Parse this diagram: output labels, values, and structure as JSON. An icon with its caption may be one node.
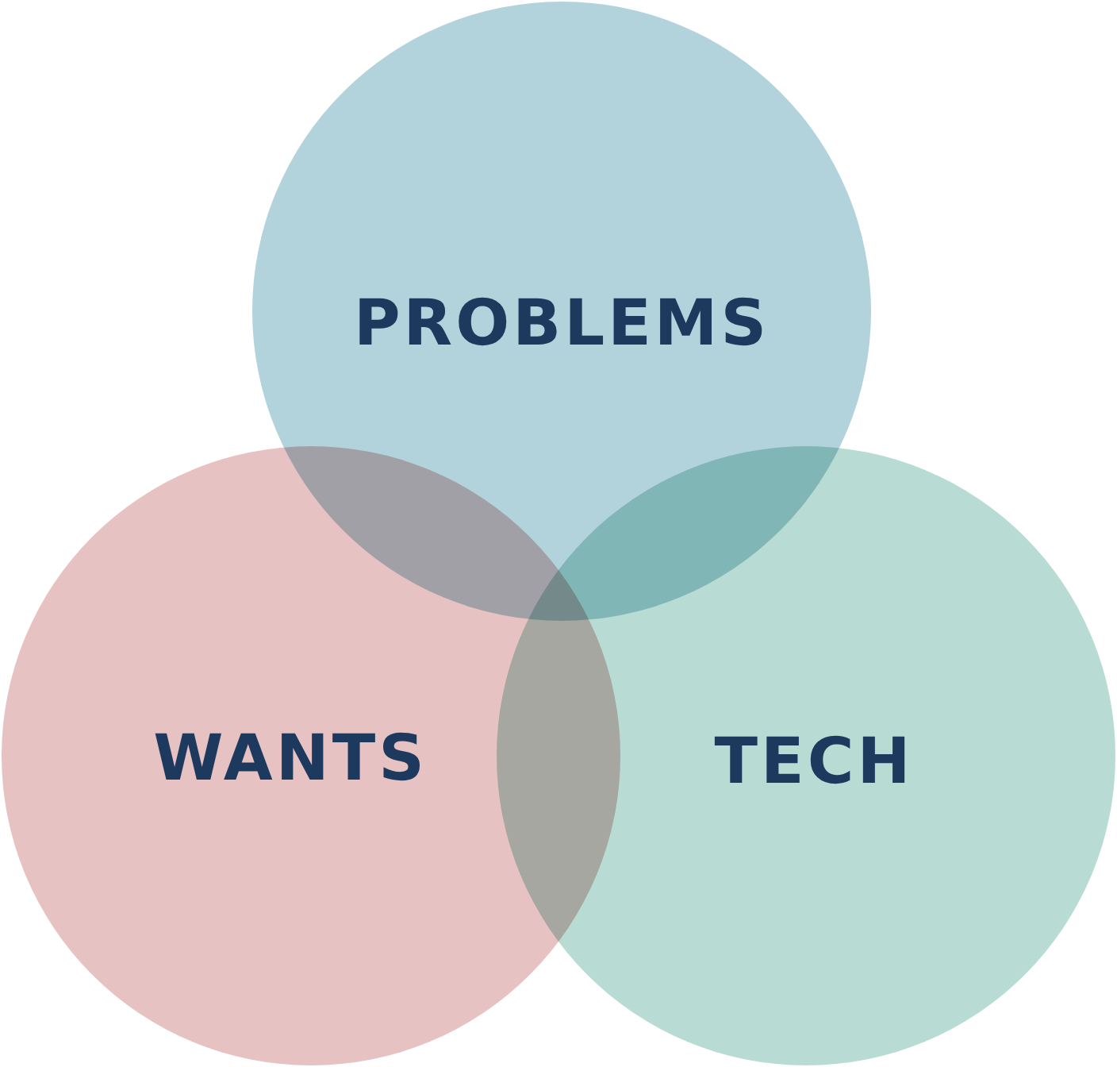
{
  "diagram": {
    "nodes": [
      {
        "text": [
          "PROBLEMS"
        ]
      },
      {
        "text": [
          "WANTS"
        ]
      },
      {
        "text": [
          "TECH"
        ]
      }
    ],
    "edges": []
  }
}
